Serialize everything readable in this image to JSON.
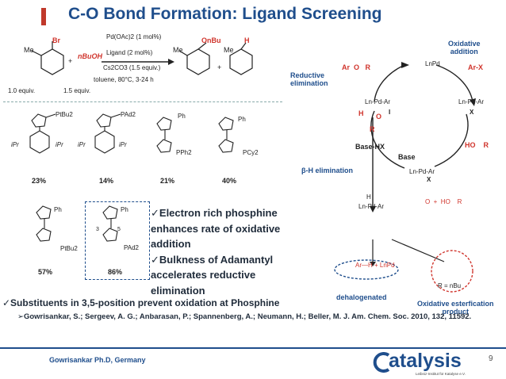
{
  "title": "C-O Bond Formation: Ligand Screening",
  "reaction": {
    "reactant1_sub": "Br",
    "reactant1_me": "Me",
    "plus": "+",
    "nucleophile": "nBuOH",
    "cond1": "Pd(OAc)2 (1 mol%)",
    "cond2": "Ligand (2 mol%)",
    "cond3": "Cs2CO3 (1.5 equiv.)",
    "cond4": "toluene, 80°C, 3-24 h",
    "equiv1": "1.0 equiv.",
    "equiv2": "1.5 equiv.",
    "product_sub": "OnBu",
    "product_me": "Me",
    "product2_sub": "H",
    "product2_me": "Me",
    "plus2": "+"
  },
  "ligands_row1": [
    {
      "sub": "PtBu2",
      "left": "iPr",
      "right": "iPr",
      "yield": "23%"
    },
    {
      "sub": "PAd2",
      "left": "iPr",
      "right": "iPr",
      "yield": "14%"
    },
    {
      "sub": "PPh2",
      "ph": "Ph",
      "yield": "21%"
    },
    {
      "sub": "PCy2",
      "ph": "Ph",
      "yield": "40%"
    }
  ],
  "ligands_row2": [
    {
      "sub": "PtBu2",
      "ph": "Ph",
      "yield": "57%"
    },
    {
      "sub": "PAd2",
      "ph": "Ph",
      "pos3": "3",
      "pos5": "5",
      "yield": "86%"
    }
  ],
  "bullets": [
    "✓Electron rich phosphine",
    "enhances rate of oxidative",
    "addition",
    "✓Bulkness of Adamantyl",
    "accelerates reductive",
    "elimination"
  ],
  "substituent_note": "✓Substituents in 3,5-position prevent oxidation at Phosphine",
  "cycle": {
    "oxidative_addition": "Oxidative\naddition",
    "ar_x": "Ar-X",
    "lnpd": "LnPd",
    "reductive_elimination": "Reductive\nelimination",
    "ar_o_r": "Ar  O   R",
    "complex_I": "I",
    "complex_X": "X",
    "ln_pd_ar": "Ln-Pd-Ar",
    "ho_r": "HO    R",
    "base_hx": "Base-HX",
    "base": "Base",
    "beta_h": "β-H elimination",
    "h_label": "H",
    "r_label": "R",
    "o_label": "O",
    "dehalogenated": "dehalogenated",
    "ar_h": "Ar—H + LnPd",
    "ester_title": "Oxidative esterfication\nproduct",
    "r_nbu": "R = nBu",
    "aldehyde_plus": "O  +  HO    R"
  },
  "reference": "➢Gowrisankar, S.; Sergeev, A. G.; Anbarasan, P.; Spannenberg, A.; Neumann, H.; Beller, M. J. Am. Chem. Soc. 2010, 132, 11592.",
  "footer_author": "Gowrisankar Ph.D, Germany",
  "logo_text": "atalysis",
  "logo_sub": "Leibniz-Institut für Katalyse e.V.",
  "page_number": "9",
  "colors": {
    "title": "#1f4e8c",
    "accent": "#d0342c",
    "footer": "#1f4e8c"
  }
}
